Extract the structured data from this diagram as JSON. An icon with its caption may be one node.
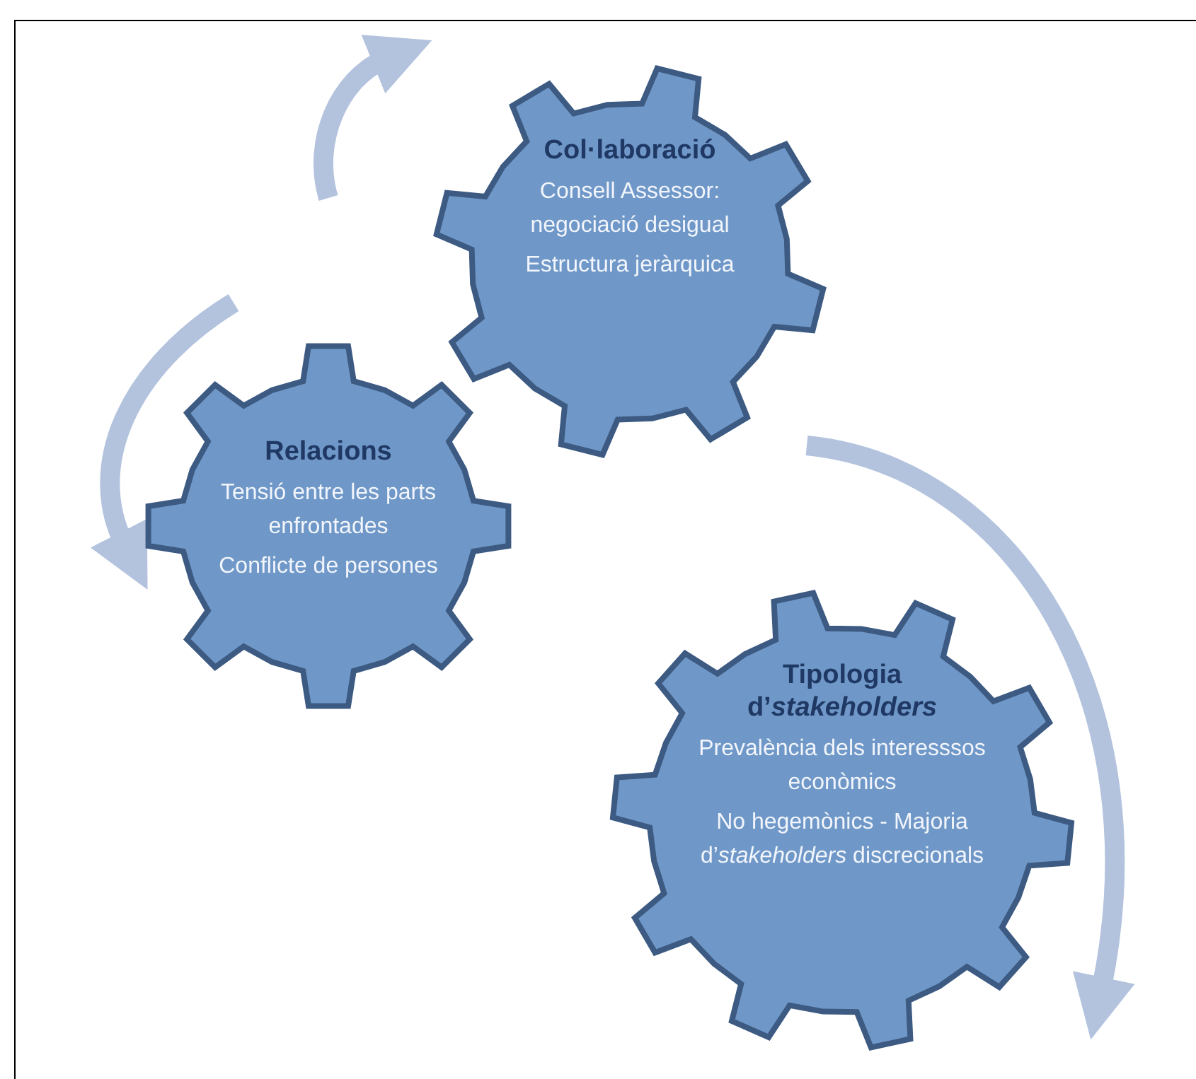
{
  "diagram": {
    "nodes": [
      {
        "text": [
          "Col·laboració",
          "Consell Assessor: negociació desigual",
          "Estructura jeràrquica"
        ]
      },
      {
        "text": [
          "Relacions",
          "Tensió entre les parts enfrontades",
          "Conflicte de persones"
        ]
      },
      {
        "text": [
          "Tipologia d’*stakeholders*",
          "Prevalència dels interesssos econòmics",
          "No hegemònics - Majoria d’*stakeholders* discrecionals"
        ]
      }
    ],
    "edges": []
  }
}
